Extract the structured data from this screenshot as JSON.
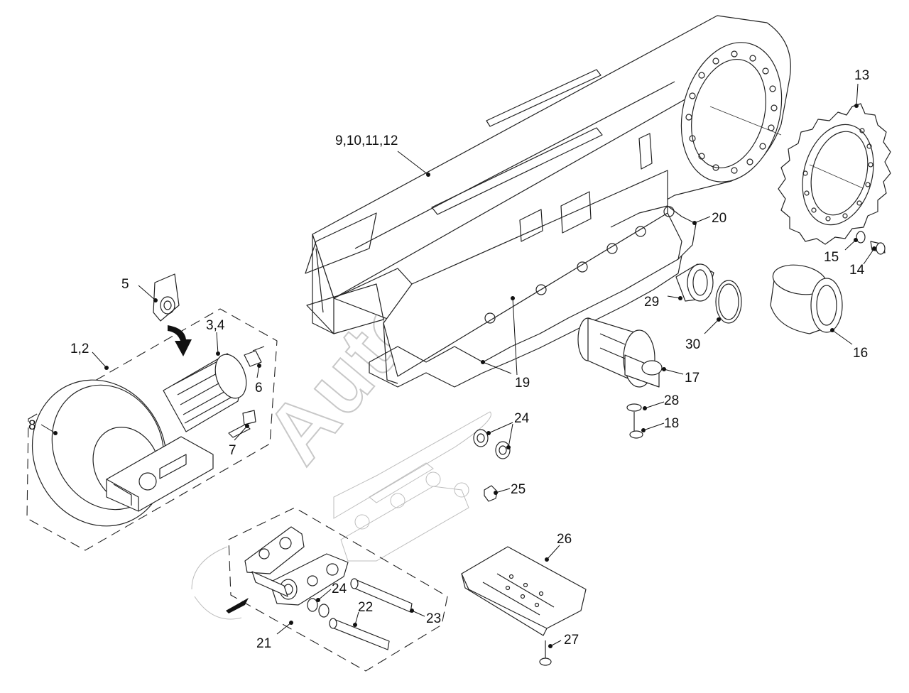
{
  "callouts": {
    "c1": "9,10,11,12",
    "c2": "13",
    "c3": "20",
    "c4": "15",
    "c5": "14",
    "c6": "5",
    "c7": "3,4",
    "c8": "1,2",
    "c9": "6",
    "c10": "8",
    "c11": "7",
    "c12": "29",
    "c13": "30",
    "c14": "16",
    "c15": "19",
    "c16": "17",
    "c17": "28",
    "c18": "18",
    "c19": "24",
    "c20": "25",
    "c21": "26",
    "c22": "24",
    "c23": "22",
    "c24": "23",
    "c25": "21",
    "c26": "27"
  },
  "watermark": "AutoSoft"
}
